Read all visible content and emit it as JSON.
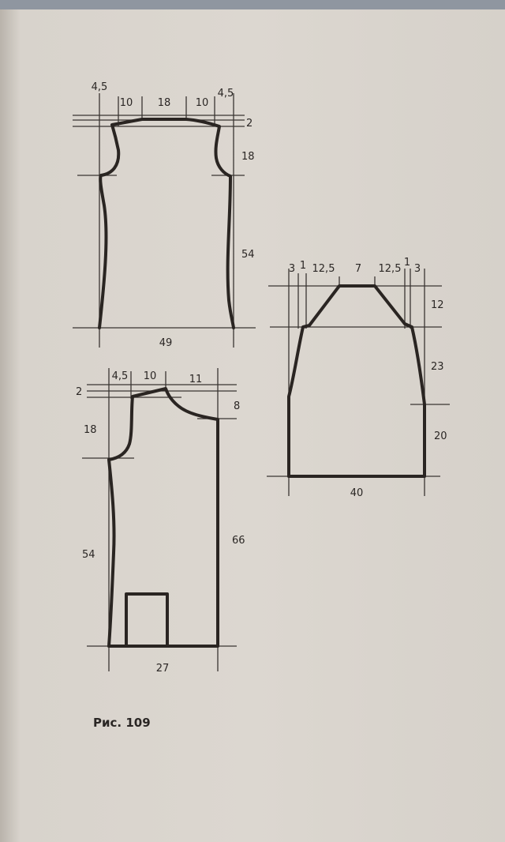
{
  "back_pattern": {
    "top_dims": [
      "4,5",
      "10",
      "18",
      "10",
      "4,5"
    ],
    "shoulder_drop": "2",
    "armhole_depth": "18",
    "side_length": "54",
    "width": "49"
  },
  "sleeve_pattern": {
    "top_dims": [
      "3",
      "1",
      "12,5",
      "7",
      "12,5",
      "1",
      "3"
    ],
    "cap_height": "12",
    "upper_taper": "23",
    "lower_straight": "20",
    "width": "40"
  },
  "front_pattern": {
    "top_dims": [
      "4,5",
      "10",
      "11"
    ],
    "shoulder_drop": "2",
    "neck_depth": "8",
    "armhole_depth": "18",
    "side_length": "54",
    "total_length": "66",
    "width": "27"
  },
  "caption": "Рис. 109"
}
